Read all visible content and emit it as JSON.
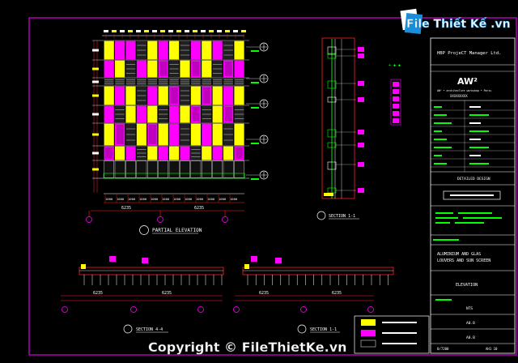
{
  "watermark": {
    "brand": "File Thiết Kế .vn",
    "copyright": "Copyright © FileThietKe.vn"
  },
  "elevation": {
    "caption": "PARTIAL ELEVATION",
    "section_tag": "SECTION 1-1",
    "dims": [
      "1000",
      "1000",
      "1000",
      "1000",
      "1000",
      "1000",
      "1000",
      "1000",
      "1000",
      "1000",
      "1000",
      "1000"
    ],
    "dim_totals": [
      "6235",
      "6235"
    ]
  },
  "bottom": {
    "left_caption": "SECTION 4-4",
    "right_caption": "SECTION 1-1",
    "left_dims": [
      "6235",
      "6235"
    ],
    "right_dims": [
      "6235",
      "6235"
    ]
  },
  "title_block": {
    "client": "HBP ProjeCT Manager Ltd.",
    "logo": "AW²",
    "logo_sub": "AW² • architecTure workshop • Paris",
    "logo_code": "XXXXXXXXX",
    "detailed_design": "DETAILED DESIGN",
    "drawing_title": "ALUMINIUM AND GLAS LOUVERS AND SUN SCREEN",
    "drawing_type": "ELEVATION",
    "scale": "NTS",
    "size1": "A0.B",
    "size2": "A0.B",
    "footer_left": "0/7200",
    "footer_right": "AH1 10"
  },
  "colors": {
    "frame": "#b000b0",
    "yellow": "#ffff00",
    "magenta": "#ff00ff",
    "green": "#00ff00",
    "red": "#ff2020",
    "white": "#ffffff"
  }
}
